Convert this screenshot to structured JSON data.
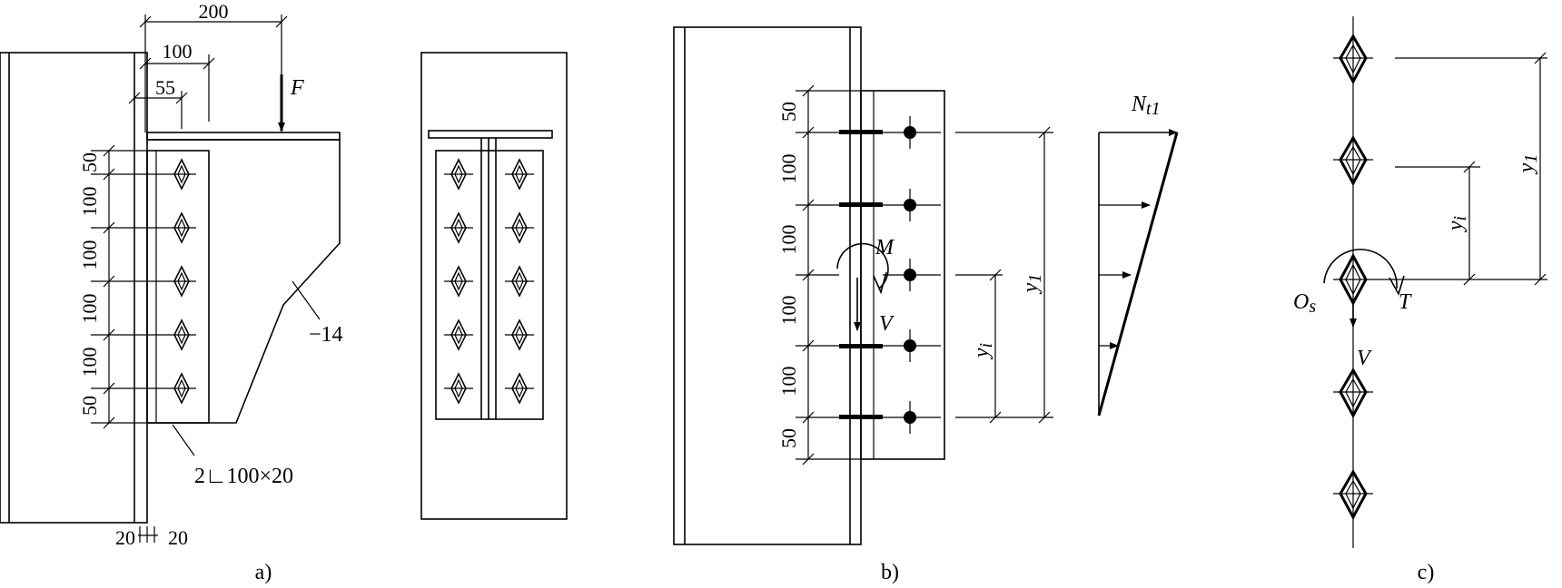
{
  "panel_a": {
    "caption": "a)",
    "dim_top": "200",
    "dim_mid": "100",
    "dim_small": "55",
    "force": "F",
    "plate": "−14",
    "angle": "2∟100×20",
    "gap_left": "20",
    "gap_right": "20",
    "spacing": [
      "50",
      "100",
      "100",
      "100",
      "100",
      "50"
    ]
  },
  "panel_b": {
    "caption": "b)",
    "moment": "M",
    "shear": "V",
    "y1": "y",
    "y1_sub": "1",
    "yi": "y",
    "yi_sub": "i",
    "nt1": "N",
    "nt1_sub": "t1",
    "spacing": [
      "50",
      "100",
      "100",
      "100",
      "100",
      "50"
    ]
  },
  "panel_c": {
    "caption": "c)",
    "center": "O",
    "center_sub": "s",
    "torque": "T",
    "shear": "V",
    "y1": "y",
    "y1_sub": "1",
    "yi": "y",
    "yi_sub": "i"
  }
}
